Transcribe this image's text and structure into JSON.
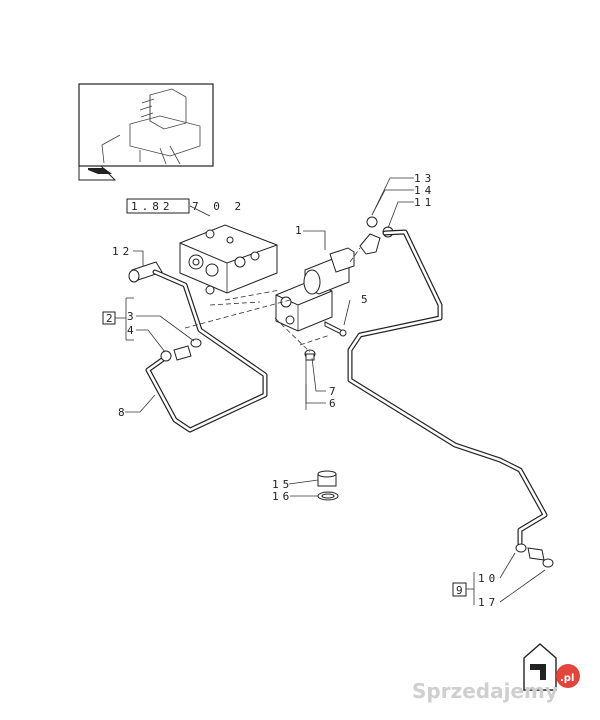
{
  "references": {
    "ref_182": "1.82",
    "ref_182_sub": "7 0 2"
  },
  "callouts": {
    "c1": "1",
    "c2": "2",
    "c3": "3",
    "c4": "4",
    "c5": "5",
    "c6": "6",
    "c7": "7",
    "c8": "8",
    "c9": "9",
    "c10": "10",
    "c11": "11",
    "c12": "12",
    "c13": "13",
    "c14": "14",
    "c15": "15",
    "c16": "16",
    "c17": "17"
  },
  "icons": {
    "nav_left": "hand-pointer-icon",
    "nav_right": "corner-arrow-icon"
  },
  "watermark": {
    "text": "Sprzedajemy",
    "suffix": ".pl",
    "accent": "#e0463c"
  }
}
